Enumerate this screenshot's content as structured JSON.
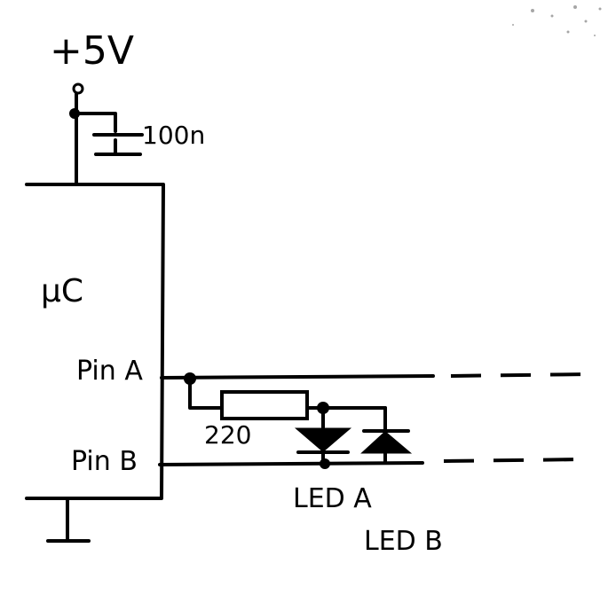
{
  "supply": {
    "label": "+5V"
  },
  "capacitor": {
    "value": "100n"
  },
  "microcontroller": {
    "label": "µC"
  },
  "pins": {
    "a": "Pin A",
    "b": "Pin B"
  },
  "resistor": {
    "value": "220"
  },
  "leds": {
    "a": "LED A",
    "b": "LED B"
  }
}
